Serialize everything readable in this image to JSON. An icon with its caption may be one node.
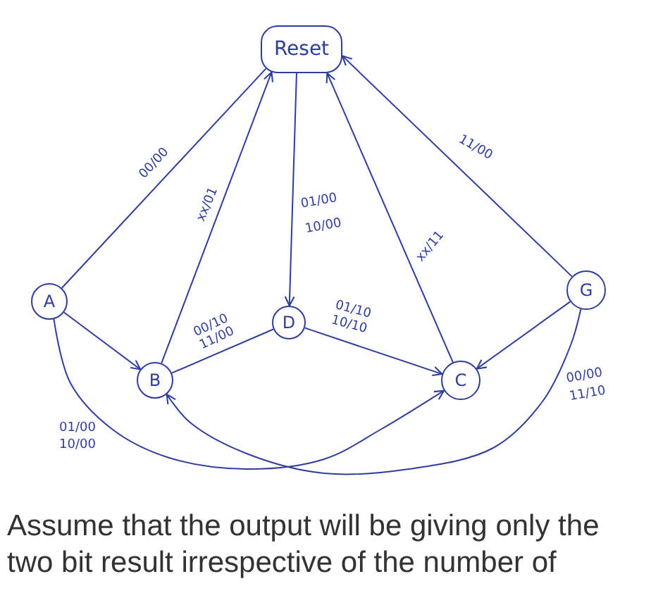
{
  "diagram": {
    "nodes": [
      {
        "text": [
          "Reset"
        ]
      },
      {
        "text": [
          "A"
        ]
      },
      {
        "text": [
          "B"
        ]
      },
      {
        "text": [
          "D"
        ]
      },
      {
        "text": [
          "C"
        ]
      },
      {
        "text": [
          "G"
        ]
      }
    ],
    "edges": [
      {
        "from": 1,
        "to": 0,
        "arrow": "none",
        "label": "00/00"
      },
      {
        "from": 2,
        "to": 0,
        "arrow": "to",
        "label": "xx/01"
      },
      {
        "from": 0,
        "to": 3,
        "arrow": "to",
        "label": "01/00 10/00"
      },
      {
        "from": 4,
        "to": 0,
        "arrow": "to",
        "label": "xx/11"
      },
      {
        "from": 5,
        "to": 0,
        "arrow": "to",
        "label": "11/00"
      },
      {
        "from": 1,
        "to": 2,
        "arrow": "to"
      },
      {
        "from": 3,
        "to": 2,
        "arrow": "none",
        "label": "00/10 11/00"
      },
      {
        "from": 3,
        "to": 4,
        "arrow": "to",
        "label": "01/10 10/10"
      },
      {
        "from": 5,
        "to": 4,
        "arrow": "to"
      },
      {
        "from": 1,
        "to": 4,
        "arrow": "to",
        "label": "01/00 10/00"
      },
      {
        "from": 5,
        "to": 2,
        "arrow": "to",
        "label": "00/00 11/10"
      }
    ],
    "caption": "Assume that the output will be giving only the two bit result irrespective of the number of"
  }
}
